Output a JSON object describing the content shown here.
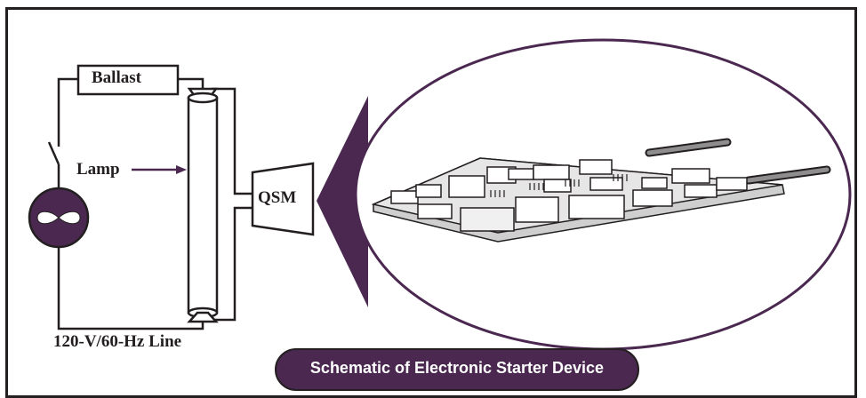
{
  "labels": {
    "ballast": "Ballast",
    "lamp": "Lamp",
    "qsm": "QSM",
    "line": "120-V/60-Hz Line"
  },
  "caption": "Schematic of Electronic Starter Device",
  "colors": {
    "accent": "#4a2850",
    "line": "#231f20",
    "background": "#ffffff"
  }
}
